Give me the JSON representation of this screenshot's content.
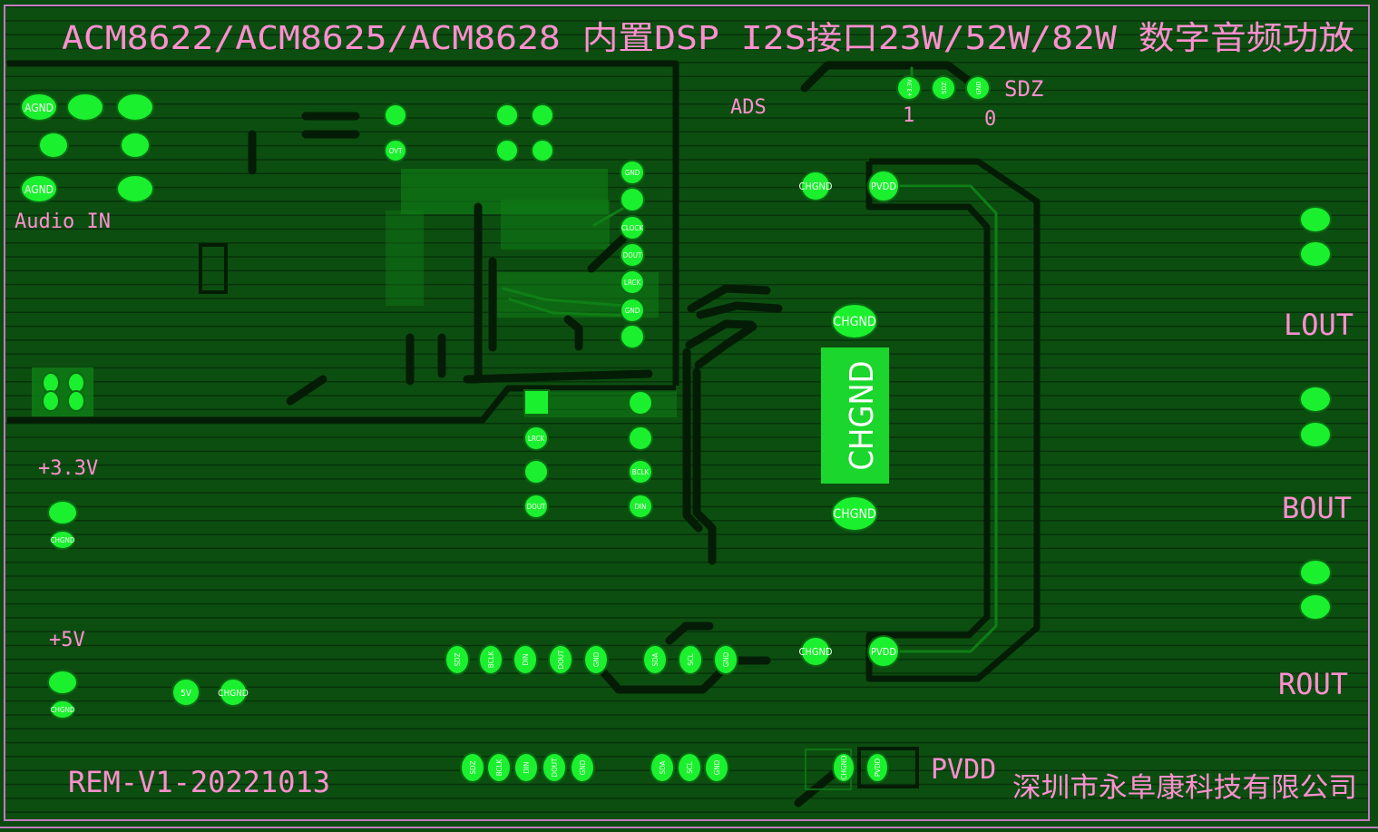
{
  "board": {
    "title": "ACM8622/ACM8625/ACM8628 内置DSP I2S接口23W/52W/82W 数字音频功放",
    "revision": "REM-V1-20221013",
    "company": "深圳市永阜康科技有限公司",
    "colors": {
      "board": "#0c4e10",
      "board_border": "#c27bc0",
      "trace": "#0f7f16",
      "pad": "#1bf02e",
      "silkscreen": "#ff8fd0",
      "dark": "#041c05"
    }
  },
  "silkscreen": {
    "audio_in": "Audio IN",
    "v33": "+3.3V",
    "v5": "+5V",
    "ads": "ADS",
    "sdz": "SDZ",
    "sdz_1": "1",
    "sdz_0": "0",
    "lout": "LOUT",
    "bout": "BOUT",
    "rout": "ROUT",
    "pvdd": "PVDD",
    "chgnd_big": "CHGND"
  },
  "pad_labels": {
    "agnd": "AGND",
    "ovt": "OVT",
    "gnd": "GND",
    "clock": "CLOCK",
    "dout": "DOUT",
    "lrck": "LRCK",
    "bclk": "BCLK",
    "din": "DIN",
    "chgnd": "CHGND",
    "pvdd": "PVDD",
    "v33": "+3.3V",
    "sdz": "SDZ",
    "five_v": "5V",
    "sda": "SDA",
    "scl": "SCL"
  }
}
